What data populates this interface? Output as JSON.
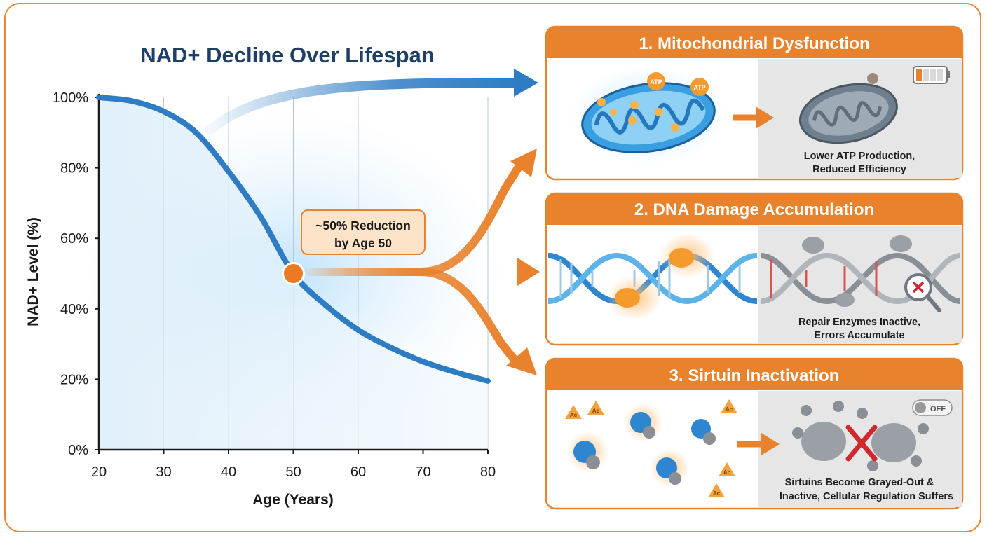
{
  "chart_data": {
    "type": "line",
    "title": "NAD+ Decline Over Lifespan",
    "xlabel": "Age (Years)",
    "ylabel": "NAD+ Level (%)",
    "xlim": [
      20,
      80
    ],
    "ylim": [
      0,
      100
    ],
    "x_ticks": [
      "20",
      "30",
      "40",
      "50",
      "60",
      "70",
      "80"
    ],
    "y_ticks": [
      "0%",
      "20%",
      "40%",
      "60%",
      "80%",
      "100%"
    ],
    "grid": "vertical",
    "series": [
      {
        "x": [
          20,
          25,
          30,
          35,
          40,
          45,
          50,
          55,
          60,
          65,
          70,
          75,
          80
        ],
        "y": [
          100,
          99,
          96,
          90,
          79,
          66,
          50,
          41,
          34,
          29,
          25,
          22,
          19.5
        ]
      }
    ],
    "highlight": {
      "x": 50,
      "y": 50,
      "label_line1": "~50% Reduction",
      "label_line2": "by Age 50"
    },
    "colors": {
      "line": "#2e7cc4",
      "accent": "#e8822d",
      "title": "#1f3f66"
    }
  },
  "panels": [
    {
      "title": "1. Mitochondrial Dysfunction",
      "caption_line1": "Lower ATP Production,",
      "caption_line2": "Reduced Efficiency",
      "icon": "battery-low-icon"
    },
    {
      "title": "2. DNA Damage Accumulation",
      "caption_line1": "Repair Enzymes Inactive,",
      "caption_line2": "Errors Accumulate",
      "icon": "magnifier-error-icon"
    },
    {
      "title": "3. Sirtuin Inactivation",
      "caption_line1": "Sirtuins Become Grayed-Out &",
      "caption_line2": "Inactive, Cellular Regulation Suffers",
      "toggle_label": "OFF"
    }
  ],
  "labels": {
    "atp": "ATP",
    "acetyl": "Ac"
  }
}
